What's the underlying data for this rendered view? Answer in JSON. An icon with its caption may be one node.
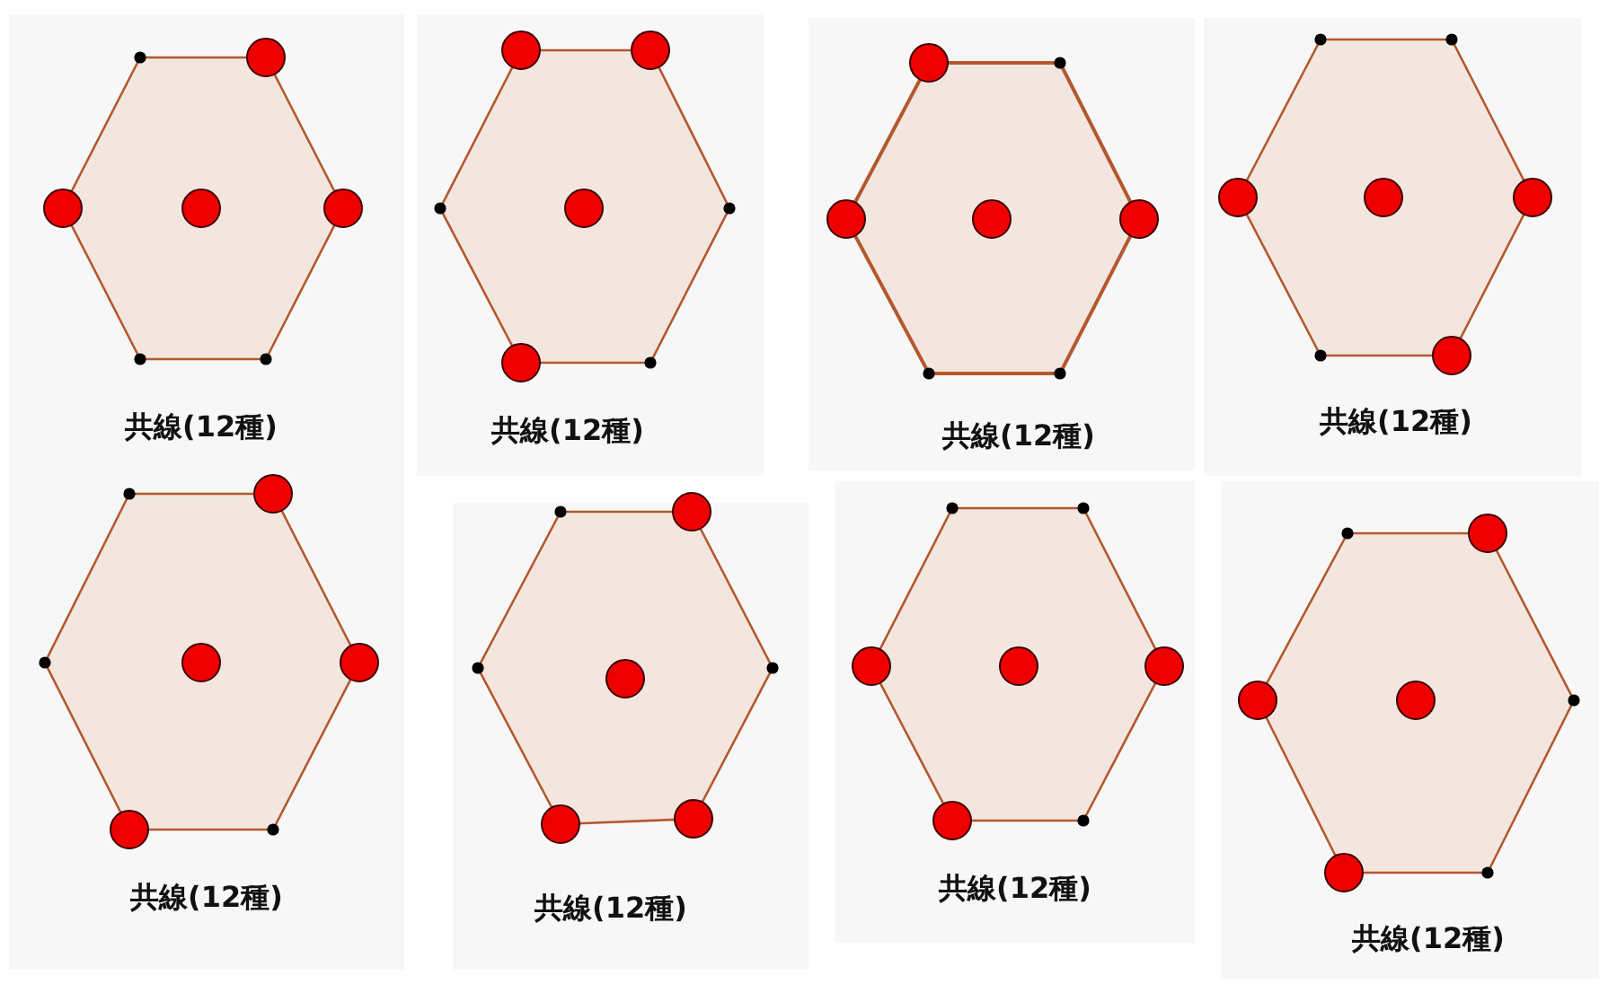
{
  "diagram": {
    "nodes": [
      {
        "text": [
          "共線(12種)"
        ]
      },
      {
        "text": [
          "共線(12種)"
        ]
      },
      {
        "text": [
          "共線(12種)"
        ]
      },
      {
        "text": [
          "共線(12種)"
        ]
      },
      {
        "text": [
          "共線(12種)"
        ]
      },
      {
        "text": [
          "共線(12種)"
        ]
      },
      {
        "text": [
          "共線(12種)"
        ]
      },
      {
        "text": [
          "共線(12種)"
        ]
      }
    ]
  }
}
